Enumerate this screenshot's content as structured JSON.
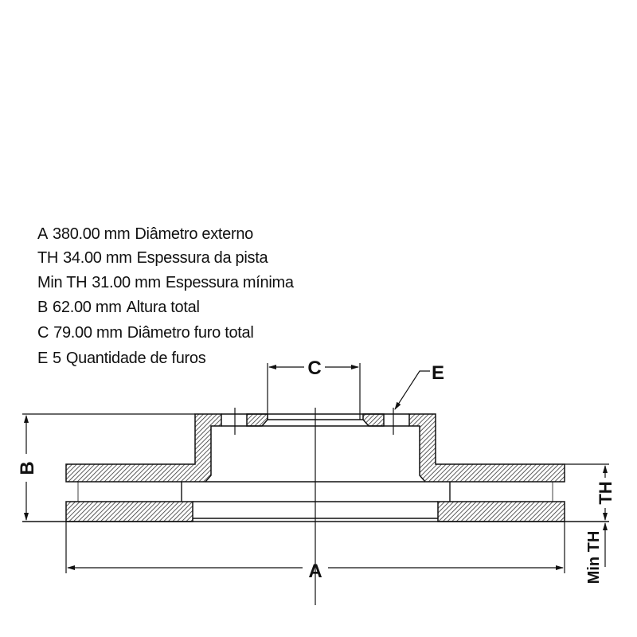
{
  "specs": [
    {
      "label": "A",
      "value": "380.00 mm",
      "description": "Diâmetro externo"
    },
    {
      "label": "TH",
      "value": "34.00 mm",
      "description": "Espessura da pista"
    },
    {
      "label": "Min TH",
      "value": "31.00 mm",
      "description": "Espessura mínima"
    },
    {
      "label": "B",
      "value": "62.00 mm",
      "description": "Altura total"
    },
    {
      "label": "C",
      "value": "79.00 mm",
      "description": "Diâmetro furo total"
    },
    {
      "label": "E",
      "value": "5",
      "description": "Quantidade de furos"
    }
  ],
  "diagram": {
    "label_a": "A",
    "label_b": "B",
    "label_c": "C",
    "label_e": "E",
    "label_th": "TH",
    "label_min_th": "Min TH"
  }
}
